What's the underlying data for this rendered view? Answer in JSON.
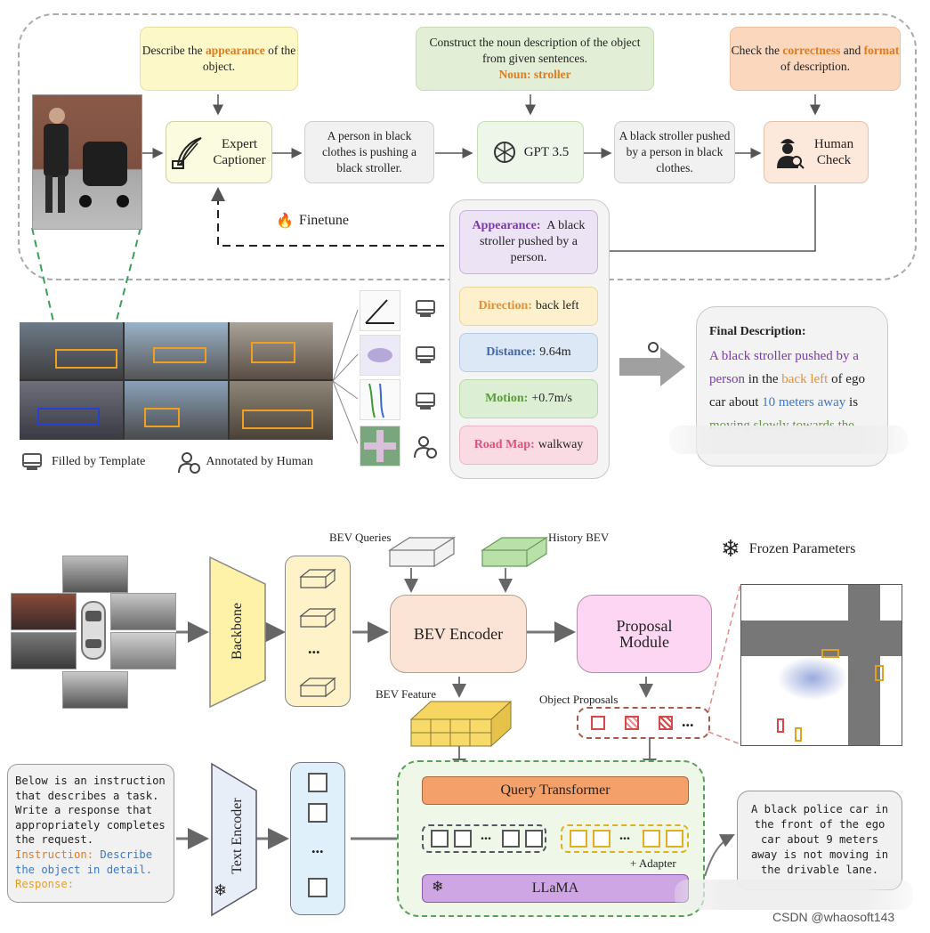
{
  "top": {
    "prompt_appearance": {
      "pre": "Describe the ",
      "hl": "appearance",
      "post": " of the object."
    },
    "prompt_noun": {
      "line": "Construct the noun description of the object from given sentences.",
      "hl": "Noun: stroller"
    },
    "prompt_check": {
      "pre": "Check the ",
      "hl1": "correctness",
      "mid": " and ",
      "hl2": "format",
      "post": " of description."
    },
    "expert_captioner": "Expert Captioner",
    "caption1": "A person in black clothes is pushing a black stroller.",
    "gpt": "GPT 3.5",
    "caption2": "A black stroller pushed by a person in black clothes.",
    "human_check": "Human Check",
    "finetune": "Finetune",
    "appearance": {
      "label": "Appearance:",
      "value": "A black stroller pushed by a person."
    },
    "direction": {
      "label": "Direction:",
      "value": "back left"
    },
    "distance": {
      "label": "Distance:",
      "value": "9.64m"
    },
    "motion": {
      "label": "Motion:",
      "value": "+0.7m/s"
    },
    "roadmap": {
      "label": "Road Map:",
      "value": "walkway"
    },
    "legend_template": "Filled by Template",
    "legend_human": "Annotated by Human",
    "final": {
      "title": "Final Description:",
      "p1": "A black stroller pushed by a person",
      "p2": " in the ",
      "p3": "back left",
      "p4": " of ego car about ",
      "p5": "10 meters away",
      "p6": " is ",
      "p7": "moving slowly towards the"
    }
  },
  "bottom": {
    "bev_queries": "BEV Queries",
    "history_bev": "History BEV",
    "frozen": "Frozen Parameters",
    "backbone": "Backbone",
    "dots": "...",
    "bev_encoder": "BEV Encoder",
    "proposal_module": "Proposal Module",
    "bev_feature": "BEV Feature",
    "object_proposals": "Object Proposals",
    "instruction_box": {
      "l1": "Below is an instruction that describes a task. Write a response that appropriately completes the request.",
      "instr_label": "Instruction:",
      "instr_text": " Describe the object in detail.",
      "resp": "Response:"
    },
    "text_encoder": "Text Encoder",
    "query_transformer": "Query Transformer",
    "adapter": "+ Adapter",
    "llama": "LLaMA",
    "output": "A black police car in the front of the ego car about 9 meters away is not moving in the drivable lane."
  },
  "watermark": "CSDN @whaosoft143"
}
